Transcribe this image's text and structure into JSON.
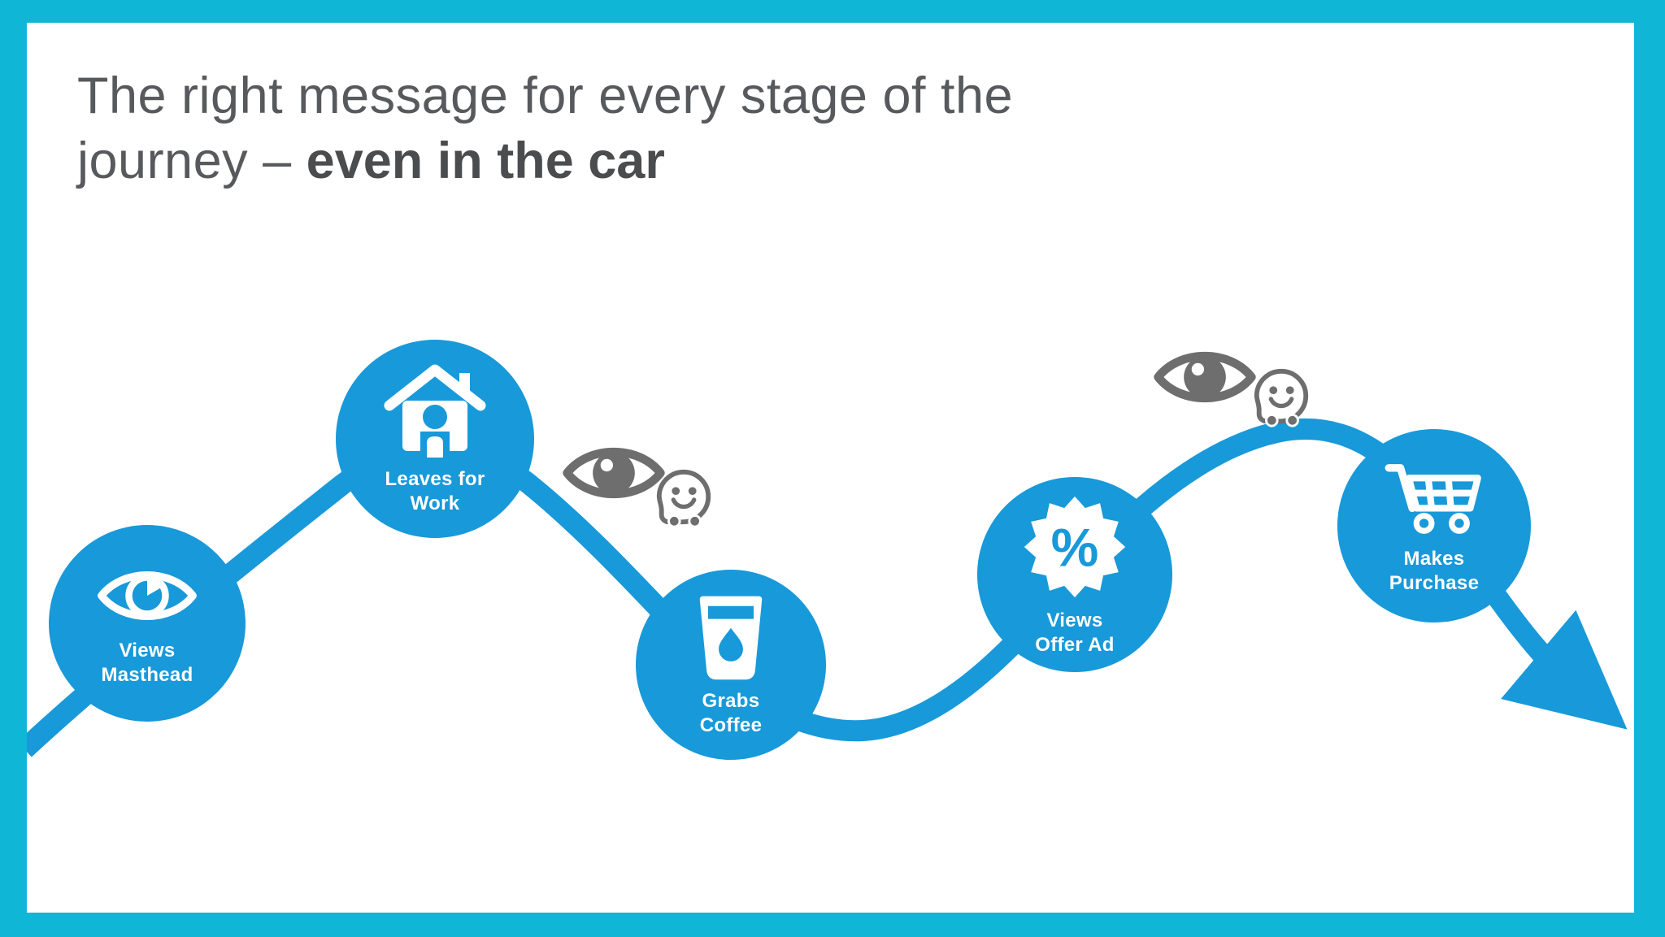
{
  "title": {
    "line1": "The right message for every stage of the",
    "line2_regular": "journey – ",
    "line2_bold": "even in the car"
  },
  "journey": {
    "stages": [
      {
        "label": "Views\nMasthead",
        "icon": "eye-icon"
      },
      {
        "label": "Leaves for\nWork",
        "icon": "house-icon"
      },
      {
        "label": "Grabs\nCoffee",
        "icon": "coffee-cup-icon"
      },
      {
        "label": "Views\nOffer Ad",
        "icon": "percent-badge-icon",
        "badge_text": "%"
      },
      {
        "label": "Makes\nPurchase",
        "icon": "shopping-cart-icon"
      }
    ],
    "view_markers": [
      {
        "icons": [
          "eye-icon",
          "waze-icon"
        ],
        "position": "between Leaves for Work and Grabs Coffee"
      },
      {
        "icons": [
          "eye-icon",
          "waze-icon"
        ],
        "position": "between Views Offer Ad and Makes Purchase"
      }
    ]
  },
  "colors": {
    "accent_blue": "#1899d9",
    "border_cyan": "#0fb6d6",
    "heading_gray": "#57595c",
    "icon_gray": "#6e6e6e",
    "white": "#ffffff"
  }
}
